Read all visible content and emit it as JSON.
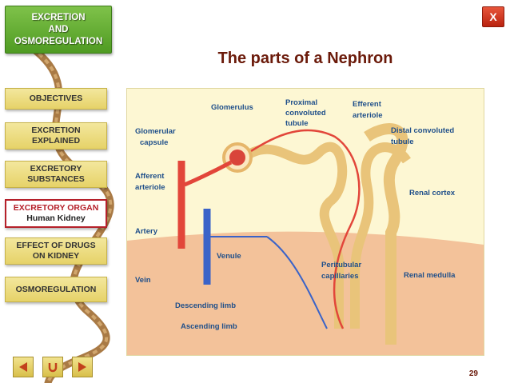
{
  "header": {
    "title_line1": "EXCRETION",
    "title_line2": "AND",
    "title_line3": "OSMOREGULATION",
    "close_label": "X"
  },
  "nav": {
    "objectives": "OBJECTIVES",
    "excretion_explained_1": "EXCRETION",
    "excretion_explained_2": "EXPLAINED",
    "excretory_substances_1": "EXCRETORY",
    "excretory_substances_2": "SUBSTANCES",
    "excretory_organ": "EXCRETORY ORGAN",
    "excretory_organ_sub": "Human Kidney",
    "effect_drugs_1": "EFFECT OF DRUGS",
    "effect_drugs_2": "ON KIDNEY",
    "osmoregulation": "OSMOREGULATION"
  },
  "main": {
    "title": "The parts of a Nephron",
    "page_number": "29"
  },
  "diagram_labels": {
    "glomerulus": "Glomerulus",
    "proximal_1": "Proximal",
    "proximal_2": "convoluted",
    "proximal_3": "tubule",
    "efferent_1": "Efferent",
    "efferent_2": "arteriole",
    "glomerular_1": "Glomerular",
    "glomerular_2": "capsule",
    "distal_1": "Distal convoluted",
    "distal_2": "tubule",
    "afferent_1": "Afferent",
    "afferent_2": "arteriole",
    "renal_cortex": "Renal cortex",
    "artery": "Artery",
    "venule": "Venule",
    "peritubular_1": "Peritubular",
    "peritubular_2": "capillaries",
    "renal_medulla": "Renal medulla",
    "vein": "Vein",
    "descending": "Descending limb",
    "ascending": "Ascending limb"
  },
  "icons": {
    "prev": "triangle-left-icon",
    "home": "u-turn-icon",
    "next": "triangle-right-icon"
  },
  "colors": {
    "accent_green": "#5aa52a",
    "active_border": "#b5202a",
    "title_color": "#6b1a0a",
    "label_color": "#1f4f8a",
    "artery_red": "#e2463a",
    "vein_blue": "#3a63c8",
    "tubule_tan": "#e9c47a"
  }
}
